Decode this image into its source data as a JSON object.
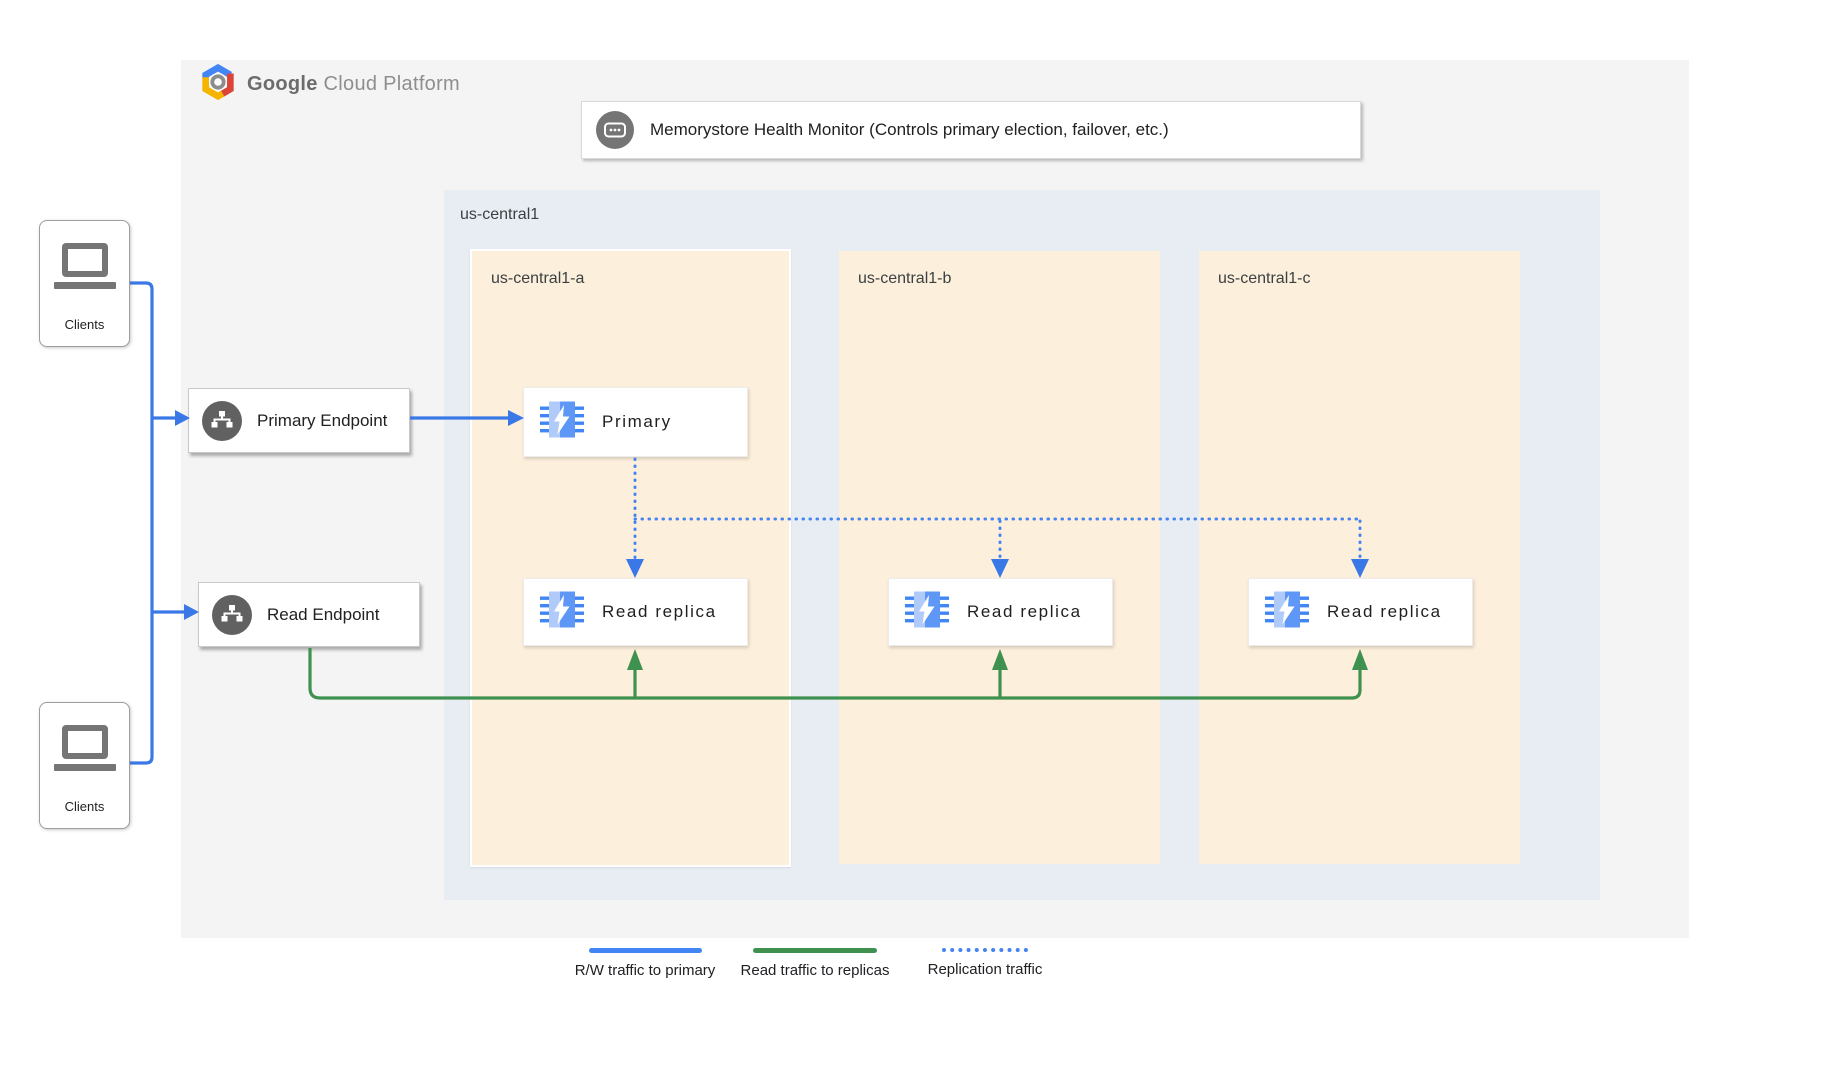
{
  "header": {
    "logo_google": "Google",
    "logo_cloud_platform": "Cloud Platform"
  },
  "health_monitor": {
    "label": "Memorystore Health Monitor (Controls primary election, failover, etc.)"
  },
  "region": {
    "label": "us-central1",
    "zones": [
      {
        "label": "us-central1-a"
      },
      {
        "label": "us-central1-b"
      },
      {
        "label": "us-central1-c"
      }
    ]
  },
  "clients": {
    "top_label": "Clients",
    "bottom_label": "Clients"
  },
  "endpoints": {
    "primary_label": "Primary Endpoint",
    "read_label": "Read Endpoint"
  },
  "nodes": {
    "primary_label": "Primary",
    "replica_a_label": "Read replica",
    "replica_b_label": "Read replica",
    "replica_c_label": "Read replica"
  },
  "legend": {
    "items": [
      {
        "label": "R/W traffic to primary",
        "style": "solid-blue"
      },
      {
        "label": "Read traffic to replicas",
        "style": "solid-green"
      },
      {
        "label": "Replication traffic",
        "style": "dotted-blue"
      }
    ]
  },
  "colors": {
    "rw_traffic": "#4285f4",
    "read_traffic": "#3f9150",
    "replication_traffic": "#4583f2",
    "zone_fill": "#fcefdb",
    "region_fill": "#e8edf3",
    "panel_fill": "#f4f4f4"
  }
}
